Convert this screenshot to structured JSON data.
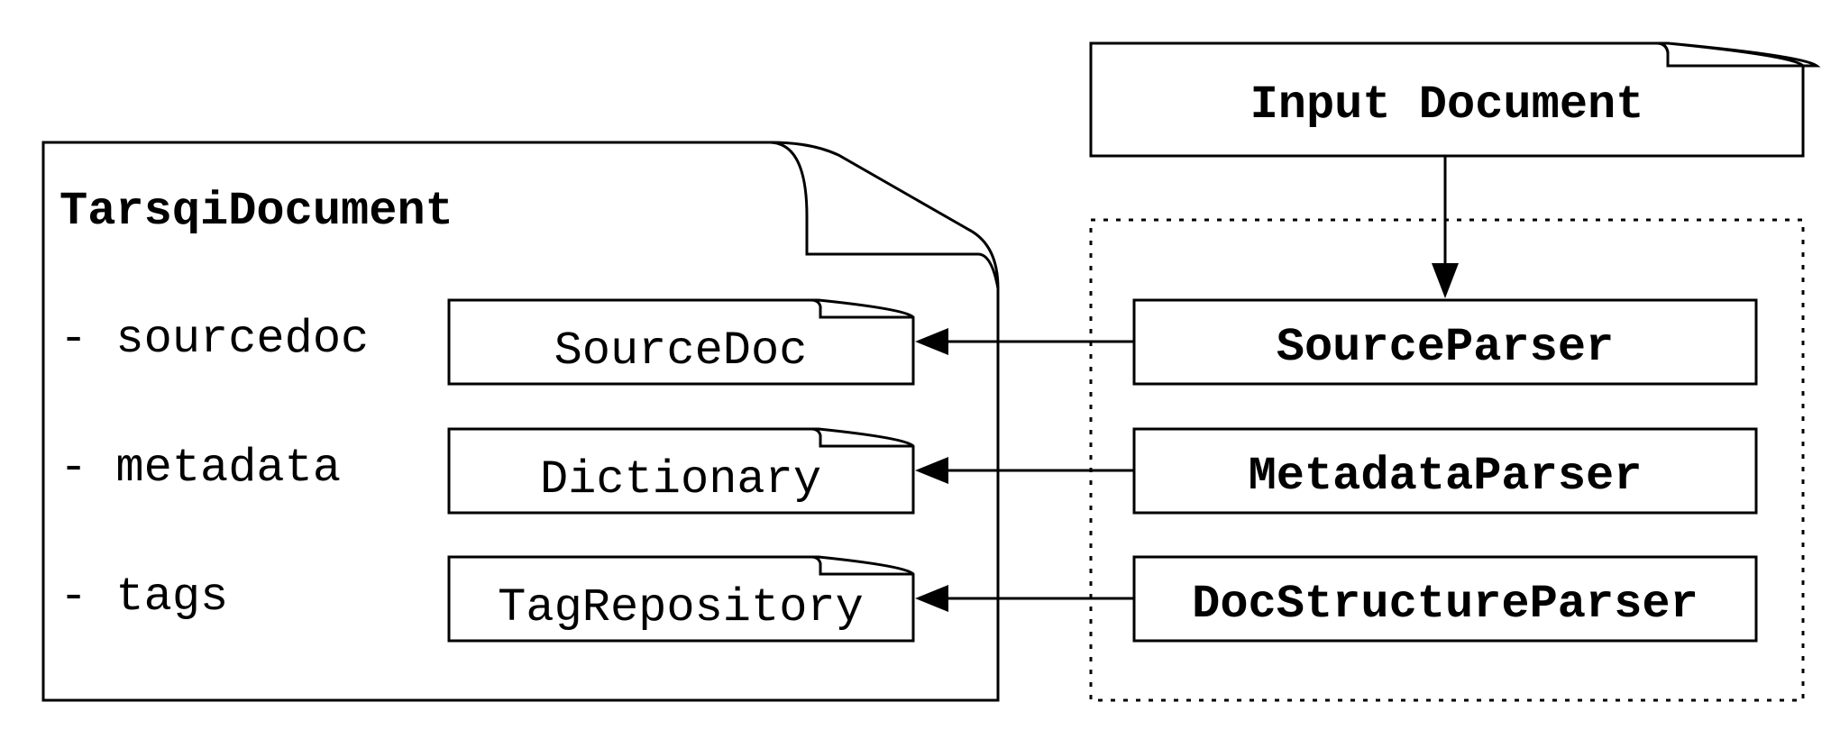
{
  "input_document": {
    "label": "Input Document"
  },
  "tarsqi_document": {
    "title": "TarsqiDocument",
    "fields": [
      {
        "label": "- sourcedoc",
        "value": "SourceDoc"
      },
      {
        "label": "- metadata",
        "value": "Dictionary"
      },
      {
        "label": "- tags",
        "value": "TagRepository"
      }
    ]
  },
  "parsers": [
    {
      "label": "SourceParser"
    },
    {
      "label": "MetadataParser"
    },
    {
      "label": "DocStructureParser"
    }
  ]
}
